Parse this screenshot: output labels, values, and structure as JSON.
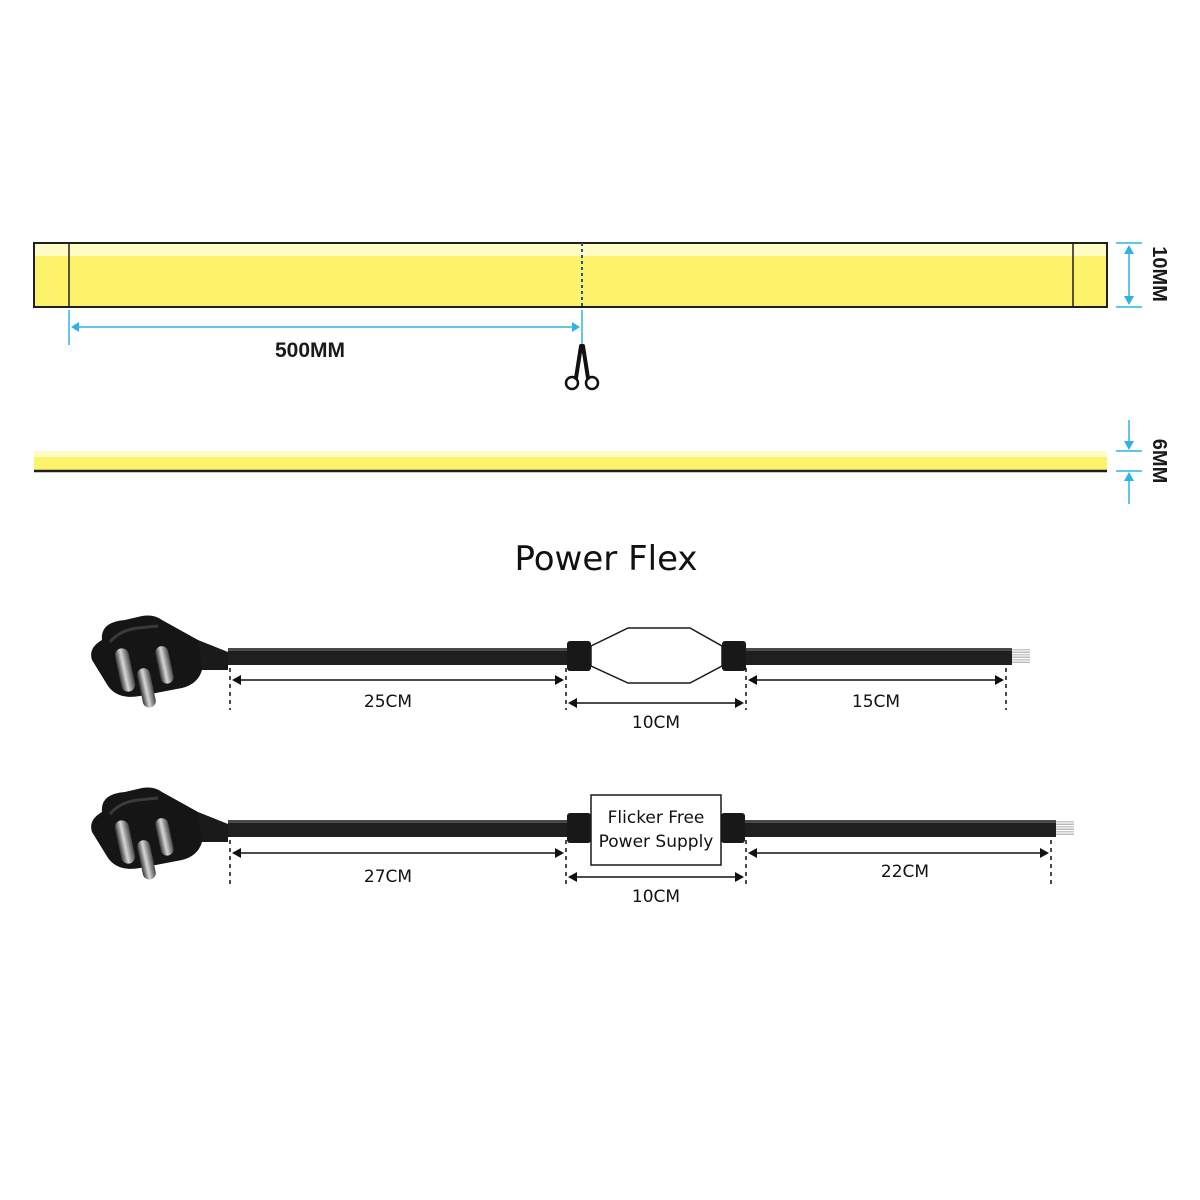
{
  "strip": {
    "cut_length_label": "500MM",
    "width_label": "10MM",
    "height_label": "6MM"
  },
  "power_flex": {
    "title": "Power Flex",
    "cable_a": {
      "segment_plug_label": "25CM",
      "segment_driver_label": "10CM",
      "segment_tail_label": "15CM"
    },
    "cable_b": {
      "segment_plug_label": "27CM",
      "segment_driver_label": "10CM",
      "segment_tail_label": "22CM",
      "driver_line1": "Flicker Free",
      "driver_line2": "Power Supply"
    }
  },
  "colors": {
    "strip_yellow": "#fdf36b",
    "strip_highlight": "#fefbc4",
    "dimension_cyan": "#2eb4e2",
    "cable_black": "#1f1f1f"
  },
  "icons": [
    "scissors-icon",
    "plug-icon"
  ]
}
